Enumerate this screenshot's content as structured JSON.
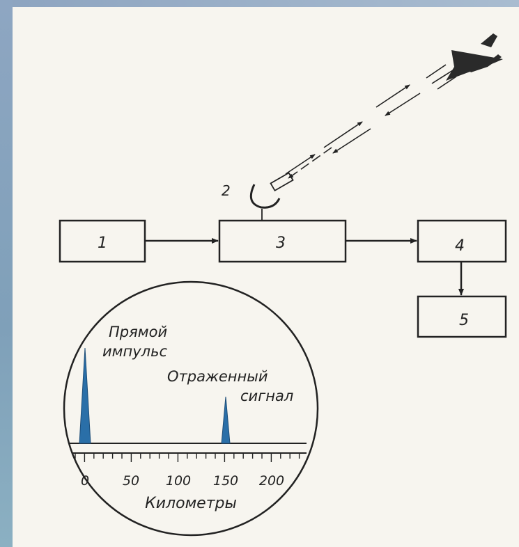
{
  "blocks": [
    {
      "id": "b1",
      "label": "1"
    },
    {
      "id": "b3",
      "label": "3"
    },
    {
      "id": "b4",
      "label": "4"
    },
    {
      "id": "b5",
      "label": "5"
    }
  ],
  "antenna_label": "2",
  "screen": {
    "direct_pulse_line1": "Прямой",
    "direct_pulse_line2": "импульс",
    "reflected_line1": "Отраженный",
    "reflected_line2": "сигнал",
    "axis_title": "Километры",
    "tick_labels": [
      "0",
      "50",
      "100",
      "150",
      "200"
    ]
  },
  "colors": {
    "ink": "#222222",
    "pulse": "#2a6fa8"
  }
}
